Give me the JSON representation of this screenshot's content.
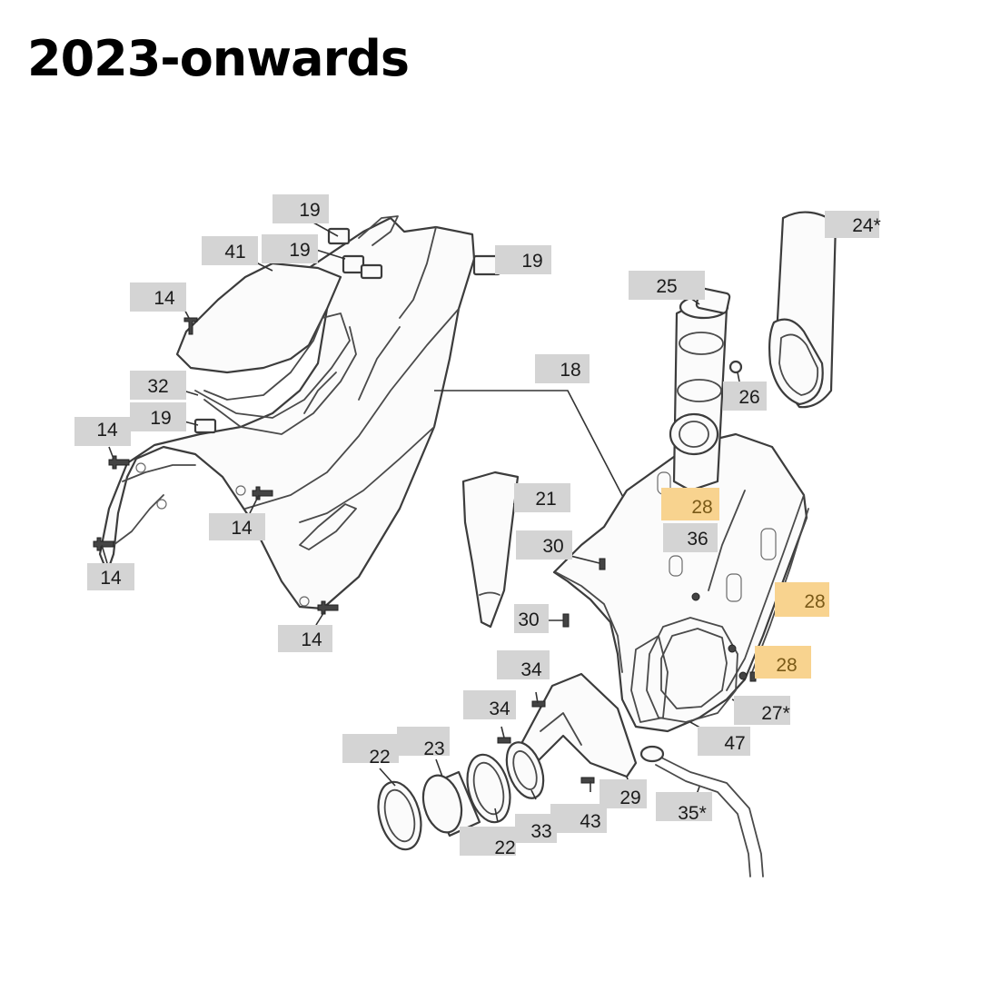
{
  "title": "2023-onwards",
  "colors": {
    "label_bg": "#d4d4d4",
    "highlight_bg": "#f8d38f",
    "line": "#3c3c3c"
  },
  "labels": {
    "l19a": "19",
    "l19b": "19",
    "l19c": "19",
    "l19d": "19",
    "l41": "41",
    "l14a": "14",
    "l32": "32",
    "l14b": "14",
    "l14c": "14",
    "l14d": "14",
    "l14e": "14",
    "l24": "24*",
    "l25": "25",
    "l26": "26",
    "l18": "18",
    "l21": "21",
    "l28a": "28",
    "l36": "36",
    "l30a": "30",
    "l28b": "28",
    "l30b": "30",
    "l28c": "28",
    "l34a": "34",
    "l27": "27*",
    "l34b": "34",
    "l47": "47",
    "l22a": "22",
    "l23": "23",
    "l29": "29",
    "l35": "35*",
    "l43": "43",
    "l33": "33",
    "l22b": "22"
  },
  "highlighted_part": "28"
}
